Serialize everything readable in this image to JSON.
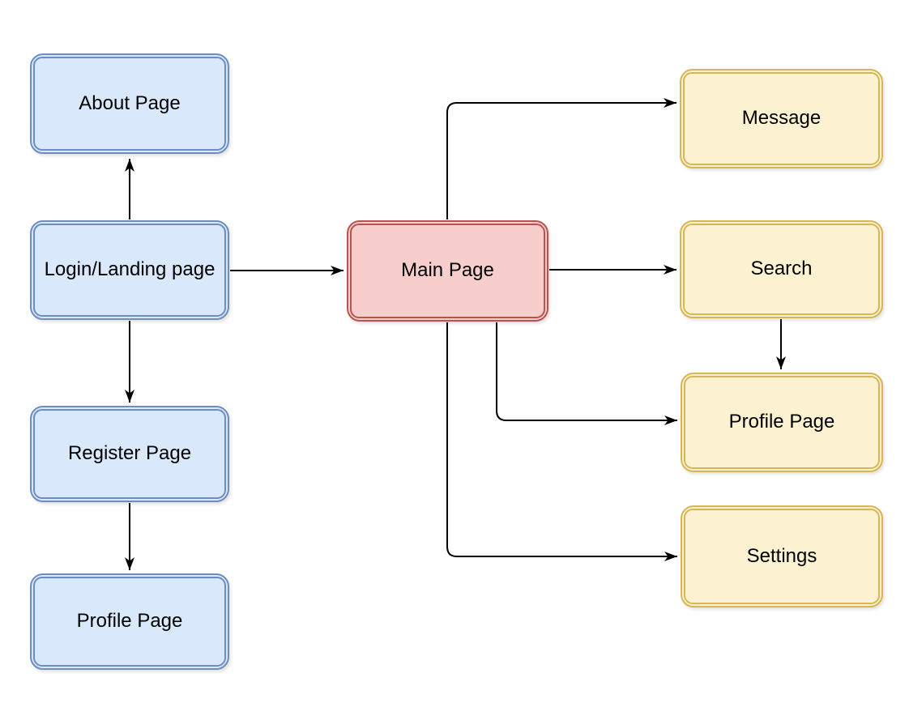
{
  "diagram": {
    "type": "flowchart",
    "background_color": "#ffffff",
    "arrow_color": "#000000",
    "palette": {
      "blue": {
        "fill": "#dae8fc",
        "stroke": "#6c8ebf"
      },
      "red": {
        "fill": "#f8cecc",
        "stroke": "#b85450"
      },
      "yellow": {
        "fill": "#fcf2d1",
        "stroke": "#d6b656"
      }
    },
    "nodes": [
      {
        "id": "about",
        "label": "About Page",
        "color": "blue"
      },
      {
        "id": "login",
        "label": "Login/Landing page",
        "color": "blue"
      },
      {
        "id": "register",
        "label": "Register Page",
        "color": "blue"
      },
      {
        "id": "profile-left",
        "label": "Profile Page",
        "color": "blue"
      },
      {
        "id": "main",
        "label": "Main Page",
        "color": "red"
      },
      {
        "id": "message",
        "label": "Message",
        "color": "yellow"
      },
      {
        "id": "search",
        "label": "Search",
        "color": "yellow"
      },
      {
        "id": "profile-right",
        "label": "Profile Page",
        "color": "yellow"
      },
      {
        "id": "settings",
        "label": "Settings",
        "color": "yellow"
      }
    ],
    "edges": [
      {
        "from": "login",
        "to": "about",
        "arrow": "end"
      },
      {
        "from": "login",
        "to": "register",
        "arrow": "end"
      },
      {
        "from": "register",
        "to": "profile-left",
        "arrow": "end"
      },
      {
        "from": "login",
        "to": "main",
        "arrow": "end"
      },
      {
        "from": "main",
        "to": "message",
        "arrow": "end"
      },
      {
        "from": "main",
        "to": "search",
        "arrow": "end"
      },
      {
        "from": "main",
        "to": "profile-right",
        "arrow": "end"
      },
      {
        "from": "main",
        "to": "settings",
        "arrow": "end"
      },
      {
        "from": "search",
        "to": "profile-right",
        "arrow": "end"
      }
    ]
  }
}
